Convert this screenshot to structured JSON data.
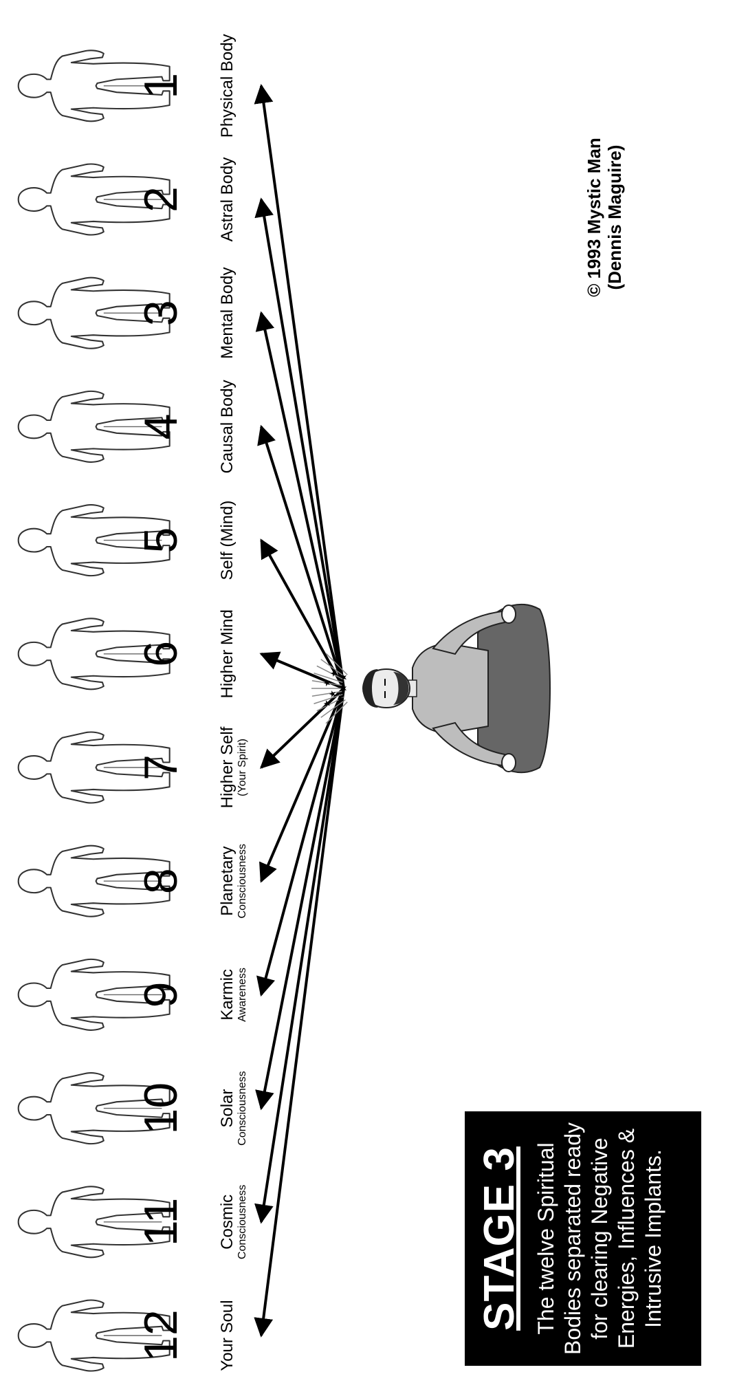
{
  "bodies": [
    {
      "number": "12",
      "label": "Your Soul",
      "sublabel": ""
    },
    {
      "number": "11",
      "label": "Cosmic",
      "sublabel": "Consciousness"
    },
    {
      "number": "10",
      "label": "Solar",
      "sublabel": "Consciousness"
    },
    {
      "number": "9",
      "label": "Karmic",
      "sublabel": "Awareness"
    },
    {
      "number": "8",
      "label": "Planetary",
      "sublabel": "Consciousness"
    },
    {
      "number": "7",
      "label": "Higher Self",
      "sublabel": "(Your Spirit)"
    },
    {
      "number": "6",
      "label": "Higher Mind",
      "sublabel": ""
    },
    {
      "number": "5",
      "label": "Self (Mind)",
      "sublabel": ""
    },
    {
      "number": "4",
      "label": "Causal Body",
      "sublabel": ""
    },
    {
      "number": "3",
      "label": "Mental Body",
      "sublabel": ""
    },
    {
      "number": "2",
      "label": "Astral Body",
      "sublabel": ""
    },
    {
      "number": "1",
      "label": "Physical Body",
      "sublabel": ""
    }
  ],
  "stage_box": {
    "title": "STAGE 3",
    "description": "The twelve Spiritual Bodies separated ready for clearing Negative Energies, Influences & Intrusive Implants."
  },
  "copyright": {
    "line1": "© 1993 Mystic Man",
    "line2": "(Dennis Maguire)"
  }
}
